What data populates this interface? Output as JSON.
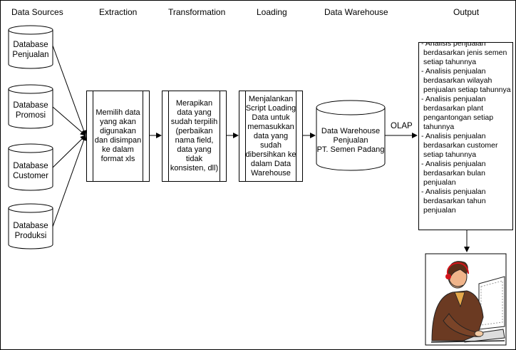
{
  "headers": {
    "data_sources": "Data Sources",
    "extraction": "Extraction",
    "transformation": "Transformation",
    "loading": "Loading",
    "data_warehouse": "Data Warehouse",
    "output": "Output"
  },
  "sources": [
    {
      "line1": "Database",
      "line2": "Penjualan"
    },
    {
      "line1": "Database",
      "line2": "Promosi"
    },
    {
      "line1": "Database",
      "line2": "Customer"
    },
    {
      "line1": "Database",
      "line2": "Produksi"
    }
  ],
  "extraction_text": "Memilih data yang akan digunakan dan disimpan ke dalam format xls",
  "transformation_text": "Merapikan data yang sudah terpilih (perbaikan nama field, data yang tidak konsisten, dll)",
  "loading_text": "Menjalankan Script Loading Data untuk memasukkan data yang sudah dibersihkan ke dalam Data Warehouse",
  "warehouse": {
    "line1": "Data Warehouse",
    "line2": "Penjualan",
    "line3": "PT. Semen Padang"
  },
  "olap_label": "OLAP",
  "output_items": [
    "- Analisis penjualan",
    "berdasarkan jenis semen",
    "setiap tahunnya",
    "- Analisis penjualan",
    "berdasarkan wilayah",
    "penjualan setiap tahunnya",
    "- Analisis penjualan",
    "berdasarkan plant",
    "pengantongan setiap",
    "tahunnya",
    "- Analisis penjualan",
    "berdasarkan customer",
    "setiap tahunnya",
    "- Analisis penjualan",
    "berdasarkan bulan",
    "penjualan",
    "- Analisis penjualan",
    "berdasarkan tahun",
    "penjualan"
  ]
}
